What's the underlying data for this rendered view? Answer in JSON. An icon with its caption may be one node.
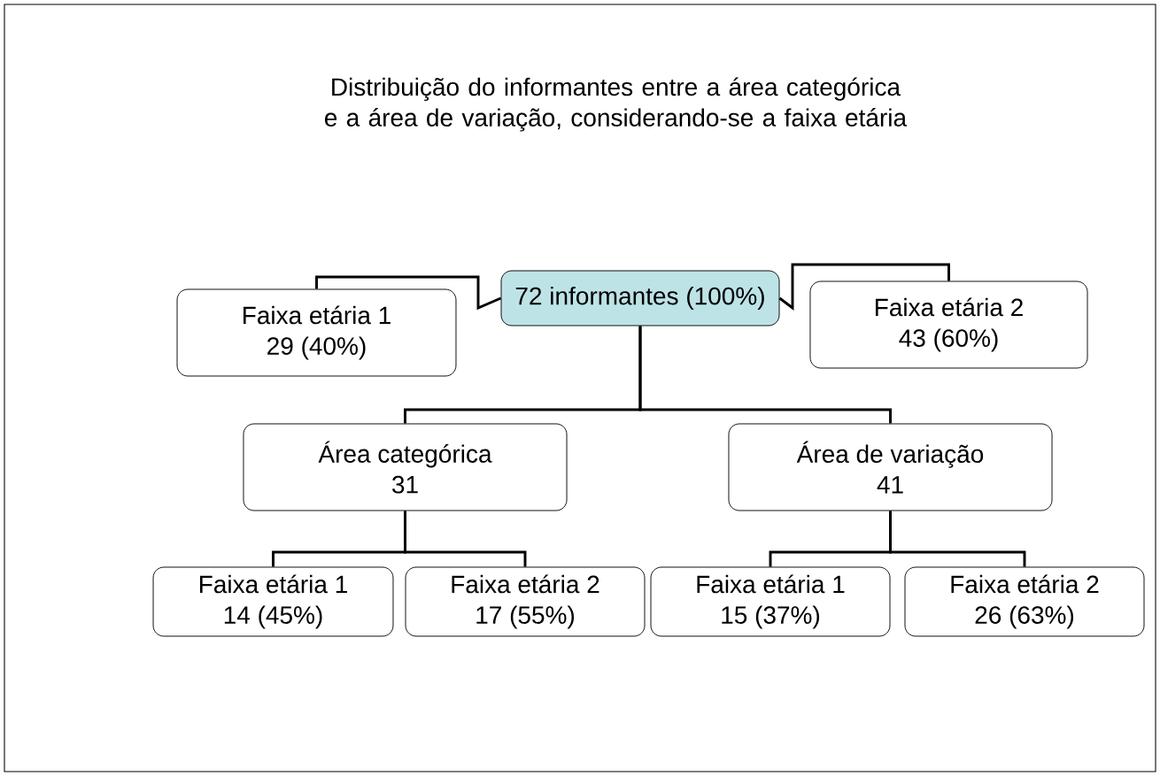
{
  "diagram": {
    "title": "Distribuição do informantes entre a área categórica e a área de variação, considerando-se a faixa etária",
    "nodes": [
      {
        "text": [
          "72 informantes (100%)"
        ]
      },
      {
        "text": [
          "Faixa etária 1",
          "29 (40%)"
        ]
      },
      {
        "text": [
          "Faixa etária 2",
          "43 (60%)"
        ]
      },
      {
        "text": [
          "Área categórica",
          "31"
        ]
      },
      {
        "text": [
          "Área de variação",
          "41"
        ]
      },
      {
        "text": [
          "Faixa etária 1",
          "14 (45%)"
        ]
      },
      {
        "text": [
          "Faixa etária 2",
          "17 (55%)"
        ]
      },
      {
        "text": [
          "Faixa etária 1",
          "15 (37%)"
        ]
      },
      {
        "text": [
          "Faixa etária 2",
          "26 (63%)"
        ]
      }
    ],
    "edges": [
      {
        "from": 0,
        "to": 1,
        "arrow": "none"
      },
      {
        "from": 0,
        "to": 2,
        "arrow": "none"
      },
      {
        "from": 0,
        "to": 3,
        "arrow": "none"
      },
      {
        "from": 0,
        "to": 4,
        "arrow": "none"
      },
      {
        "from": 3,
        "to": 5,
        "arrow": "none"
      },
      {
        "from": 3,
        "to": 6,
        "arrow": "none"
      },
      {
        "from": 4,
        "to": 7,
        "arrow": "none"
      },
      {
        "from": 4,
        "to": 8,
        "arrow": "none"
      }
    ]
  }
}
